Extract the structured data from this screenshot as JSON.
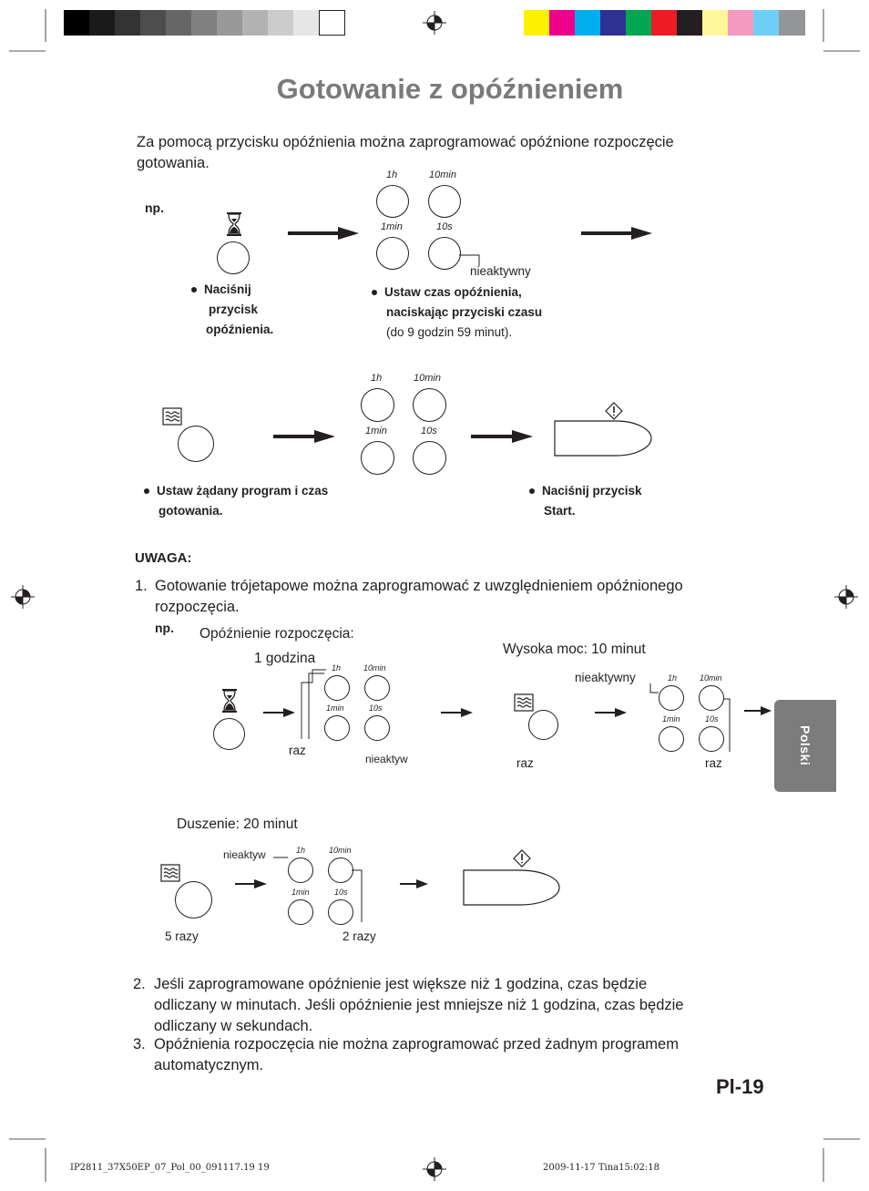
{
  "title": "Gotowanie z opóźnieniem",
  "intro": "Za pomocą przycisku opóźnienia można zaprogramować opóźnione rozpoczęcie gotowania.",
  "section1": {
    "np": "np.",
    "time_labels": {
      "h": "1h",
      "tenmin": "10min",
      "min": "1min",
      "tens": "10s"
    },
    "inactive": "nieaktywny",
    "step1": [
      "Naciśnij",
      "przycisk",
      "opóźnienia."
    ],
    "step2_bold": [
      "Ustaw czas opóźnienia,",
      "naciskając przyciski czasu"
    ],
    "step2_note": "(do 9 godzin 59 minut).",
    "step3": [
      "Ustaw żądany program i czas",
      "gotowania."
    ],
    "step4": [
      "Naciśnij przycisk",
      "Start."
    ]
  },
  "note": {
    "heading": "UWAGA:",
    "item1_num": "1.",
    "item1_lines": [
      "Gotowanie trójetapowe można zaprogramować z uwzględnieniem opóźnionego",
      "rozpoczęcia."
    ],
    "np": "np.",
    "delay_label": "Opóźnienie rozpoczęcia:",
    "delay_value": "1 godzina",
    "high_power": "Wysoka moc: 10 minut",
    "stew": "Duszenie: 20 minut",
    "once": "raz",
    "inactive_full": "nieaktywny",
    "inactive_short": "nieaktyw",
    "five_times": "5 razy",
    "two_times": "2 razy",
    "item2_num": "2.",
    "item2_lines": [
      "Jeśli zaprogramowane opóźnienie jest większe niż 1 godzina, czas będzie",
      "odliczany w minutach. Jeśli opóźnienie jest mniejsze niż 1 godzina, czas będzie",
      "odliczany w sekundach."
    ],
    "item3_num": "3.",
    "item3_lines": [
      "Opóźnienia rozpoczęcia nie można zaprogramować przed żadnym programem",
      "automatycznym."
    ]
  },
  "side_tab": "Polski",
  "page_number": "Pl-19",
  "footer": {
    "left": "IP2811_37X50EP_07_Pol_00_091117.19   19",
    "right": "2009-11-17   Tina15:02:18"
  },
  "colors": {
    "gray_bar": [
      "#000000",
      "#1a1a1a",
      "#333333",
      "#4d4d4d",
      "#666666",
      "#808080",
      "#999999",
      "#b3b3b3",
      "#cccccc",
      "#e6e6e6",
      "#ffffff"
    ],
    "color_bar": [
      "#fff200",
      "#ec008c",
      "#00aeef",
      "#2e3192",
      "#00a651",
      "#ed1c24",
      "#231f20",
      "#fff799",
      "#f49ac1",
      "#6dcff6",
      "#939598"
    ],
    "title": "#7a7a7a",
    "tab": "#7c7c7c"
  },
  "icons": [
    "registration-mark-icon",
    "hourglass-icon",
    "microwave-wave-icon",
    "start-diamond-icon",
    "arrow-right-icon"
  ]
}
